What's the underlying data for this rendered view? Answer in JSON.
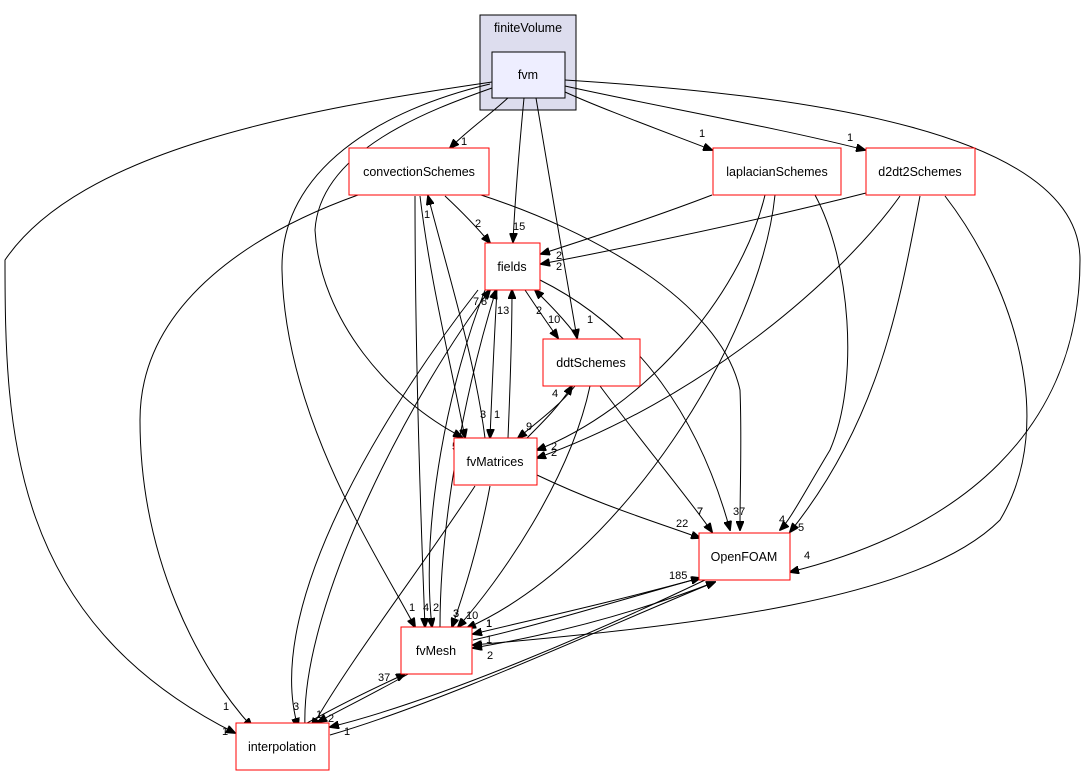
{
  "cluster": {
    "label": "finiteVolume"
  },
  "nodes": {
    "fvm": "fvm",
    "convectionSchemes": "convectionSchemes",
    "laplacianSchemes": "laplacianSchemes",
    "d2dt2Schemes": "d2dt2Schemes",
    "fields": "fields",
    "ddtSchemes": "ddtSchemes",
    "fvMatrices": "fvMatrices",
    "OpenFOAM": "OpenFOAM",
    "fvMesh": "fvMesh",
    "interpolation": "interpolation"
  },
  "edge_labels": {
    "fvm_convection": "1",
    "fvm_laplacian": "1",
    "fvm_d2dt2": "1",
    "fvm_fields": "15",
    "fvm_ddt": "1",
    "fvm_fvMatrices": "5",
    "fvm_fvMesh": "1",
    "fvm_openfoam": "4",
    "fvm_interpolation": "1",
    "conv_fields": "2",
    "conv_fvMatrices": "3",
    "conv_fvMesh": "4",
    "conv_openfoam": "37",
    "conv_interpolation": "1",
    "fvMatrices_conv": "1",
    "lap_fields": "2",
    "lap_fvMatrices": "2",
    "lap_fvMesh": "10",
    "lap_openfoam": "4",
    "d2_fields": "2",
    "d2_fvMatrices": "2",
    "d2_openfoam": "5",
    "d2_fvMesh": "1",
    "fields_ddt": "10",
    "ddt_fields": "2",
    "fields_openfoam": "7",
    "fields_fvMesh": "2",
    "fields_interpolation": "3",
    "fvMesh_fields": "7",
    "fvMatrices_fields": "13",
    "interp_fields": "8",
    "fields_fvMatrices": "1",
    "ddt_fvMatrices": "9",
    "fvMatrices_ddt": "4",
    "ddt_openfoam": "7",
    "ddt_fvMesh": "3",
    "fvMatrices_openfoam": "22",
    "fvMatrices_fvMesh": "3",
    "fvMatrices_interpolation": "2",
    "openfoam_fvMesh": "1",
    "fvMesh_openfoam": "185",
    "openfoam_fvMesh2": "1",
    "fvMesh_interpolation": "1",
    "interp_fvMesh": "37",
    "interp_openfoam": "1",
    "openfoam_interp": "2"
  }
}
